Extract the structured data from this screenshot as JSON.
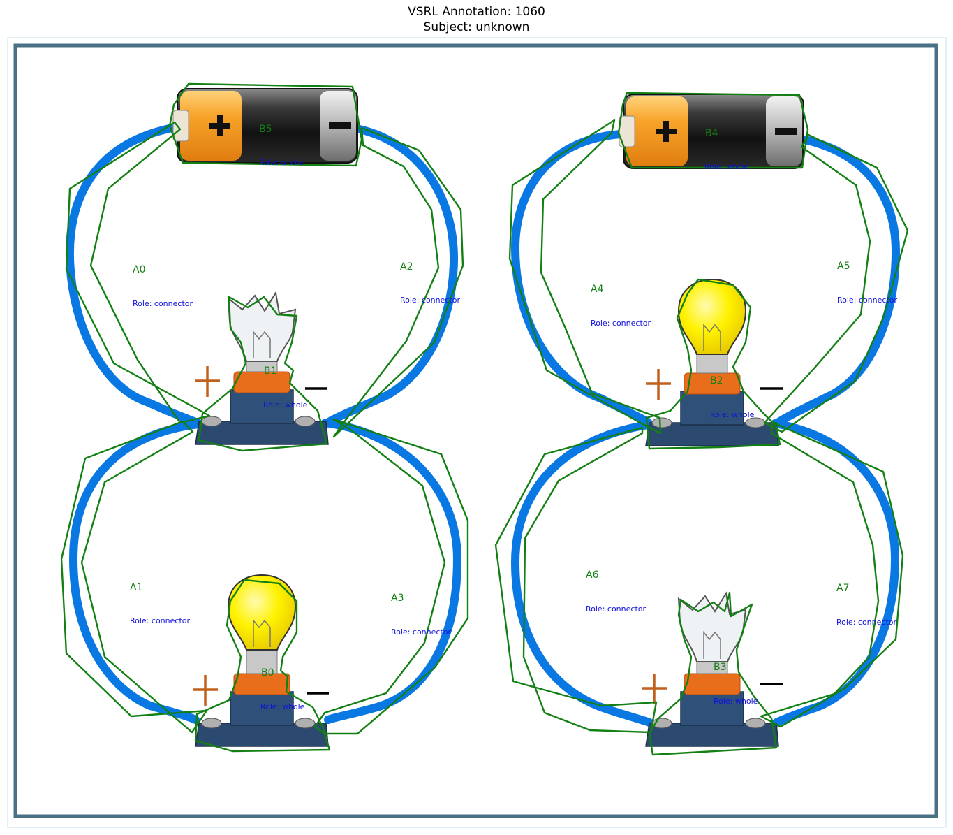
{
  "header": {
    "title": "VSRL Annotation: 1060",
    "subtitle": "Subject: unknown"
  },
  "colors": {
    "frame": "#4a7085",
    "wire": "#0a78e3",
    "annotation_outline": "#138013",
    "annotation_label": "#138013",
    "role_label": "#1010dd",
    "plus_sign": "#c0601a",
    "battery_orange": "#f5a020",
    "bulb_lit": "#fff200",
    "socket": "#2c4a70",
    "socket_collar": "#e86e1c"
  },
  "circuits": [
    {
      "battery": "B5",
      "bulb": "B1",
      "bulb_state": "broken",
      "wires": [
        "A0",
        "A2"
      ]
    },
    {
      "battery": "B5",
      "bulb": "B0",
      "bulb_state": "lit",
      "wires": [
        "A1",
        "A3"
      ]
    },
    {
      "battery": "B4",
      "bulb": "B2",
      "bulb_state": "lit",
      "wires": [
        "A4",
        "A5"
      ]
    },
    {
      "battery": "B4",
      "bulb": "B3",
      "bulb_state": "broken",
      "wires": [
        "A6",
        "A7"
      ]
    }
  ],
  "annotations": [
    {
      "id": "B5",
      "role": "Role: whole"
    },
    {
      "id": "B4",
      "role": "Role: whole"
    },
    {
      "id": "B1",
      "role": "Role: whole"
    },
    {
      "id": "B0",
      "role": "Role: whole"
    },
    {
      "id": "B2",
      "role": "Role: whole"
    },
    {
      "id": "B3",
      "role": "Role: whole"
    },
    {
      "id": "A0",
      "role": "Role: connector"
    },
    {
      "id": "A1",
      "role": "Role: connector"
    },
    {
      "id": "A2",
      "role": "Role: connector"
    },
    {
      "id": "A3",
      "role": "Role: connector"
    },
    {
      "id": "A4",
      "role": "Role: connector"
    },
    {
      "id": "A5",
      "role": "Role: connector"
    },
    {
      "id": "A6",
      "role": "Role: connector"
    },
    {
      "id": "A7",
      "role": "Role: connector"
    }
  ]
}
